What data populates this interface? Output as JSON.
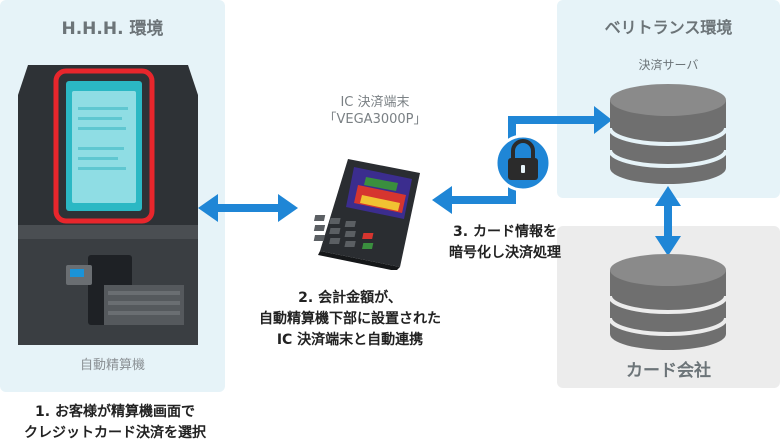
{
  "hhh_environment": {
    "title": "H.H.H. 環境",
    "machine_label": "自動精算機"
  },
  "terminal": {
    "title_line1": "IC 決済端末",
    "title_line2": "「VEGA3000P」"
  },
  "veritrans_environment": {
    "title": "ベリトランス環境",
    "server_label": "決済サーバ"
  },
  "card_company": {
    "title": "カード会社"
  },
  "steps": {
    "step1_line1": "1. お客様が精算機画面で",
    "step1_line2": "クレジットカード決済を選択",
    "step2_line1": "2. 会計金額が、",
    "step2_line2": "自動精算機下部に設置された",
    "step2_line3": "IC 決済端末と自動連携",
    "step3_line1": "3. カード情報を",
    "step3_line2": "暗号化し決済処理"
  },
  "colors": {
    "panel_blue": "#e6f3f8",
    "panel_gray": "#ececec",
    "arrow_blue": "#1f86d6",
    "database_gray": "#6f6f6f",
    "highlight_red": "#e8262c"
  },
  "icons": [
    "lock-icon",
    "database-icon"
  ]
}
